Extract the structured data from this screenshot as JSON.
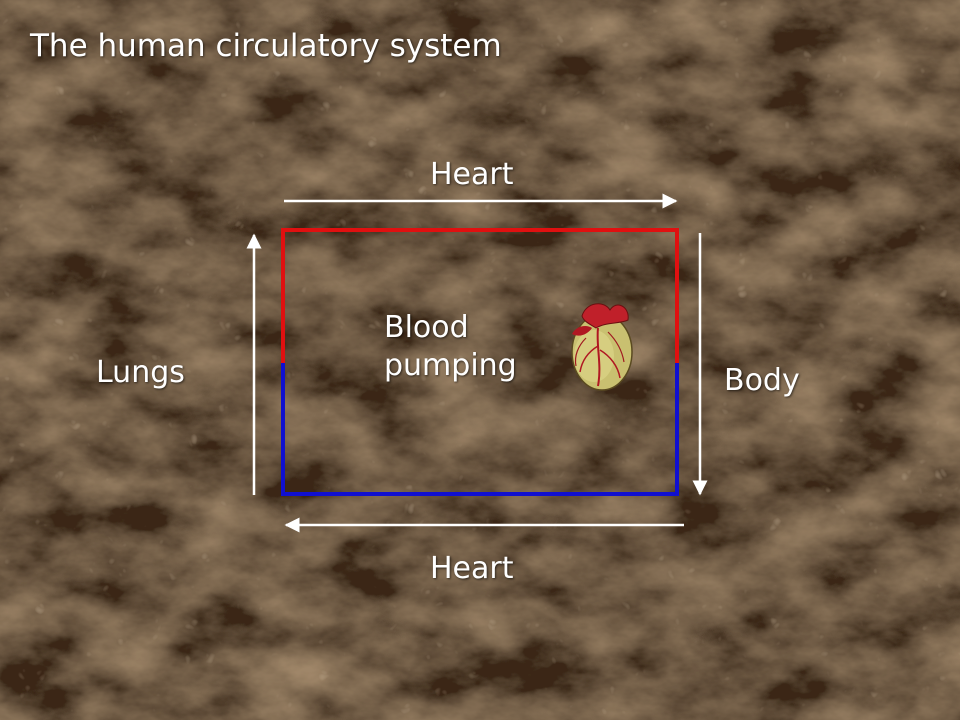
{
  "slide": {
    "title": "The human circulatory system"
  },
  "diagram": {
    "top_label": "Heart",
    "bottom_label": "Heart",
    "left_label": "Lungs",
    "right_label": "Body",
    "center_line1": "Blood",
    "center_line2": "pumping",
    "heart_image": "heart-icon",
    "colors": {
      "oxygenated": "#e01010",
      "deoxygenated": "#1010d0",
      "arrows": "#ffffff",
      "text": "#ffffff",
      "background": "#4a3420"
    }
  }
}
